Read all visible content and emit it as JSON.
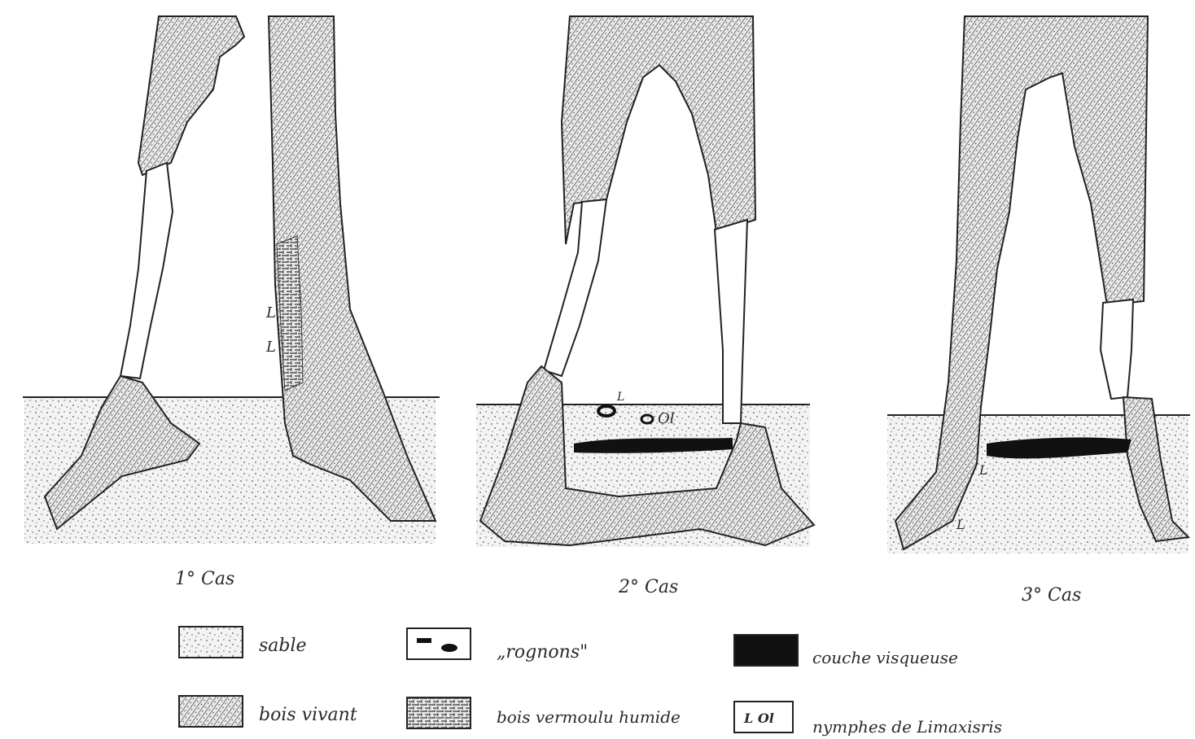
{
  "cases": [
    {
      "label": "1° Cas",
      "markers": [
        "L",
        "L"
      ]
    },
    {
      "label": "2° Cas",
      "markers": [
        "L",
        "Ol"
      ]
    },
    {
      "label": "3° Cas",
      "markers": [
        "L",
        "L"
      ]
    }
  ],
  "legend": [
    {
      "label": "sable",
      "symbol": "sand"
    },
    {
      "label": "bois vivant",
      "symbol": "living-wood"
    },
    {
      "label": "„rognons\"",
      "symbol": "nodules"
    },
    {
      "label": "bois vermoulu humide",
      "symbol": "rotten-wood"
    },
    {
      "label": "couche visqueuse",
      "symbol": "viscous-layer"
    },
    {
      "label": "nymphes de Limaxisris",
      "symbol": "nymphs",
      "symbol_text": "L  Ol"
    }
  ]
}
